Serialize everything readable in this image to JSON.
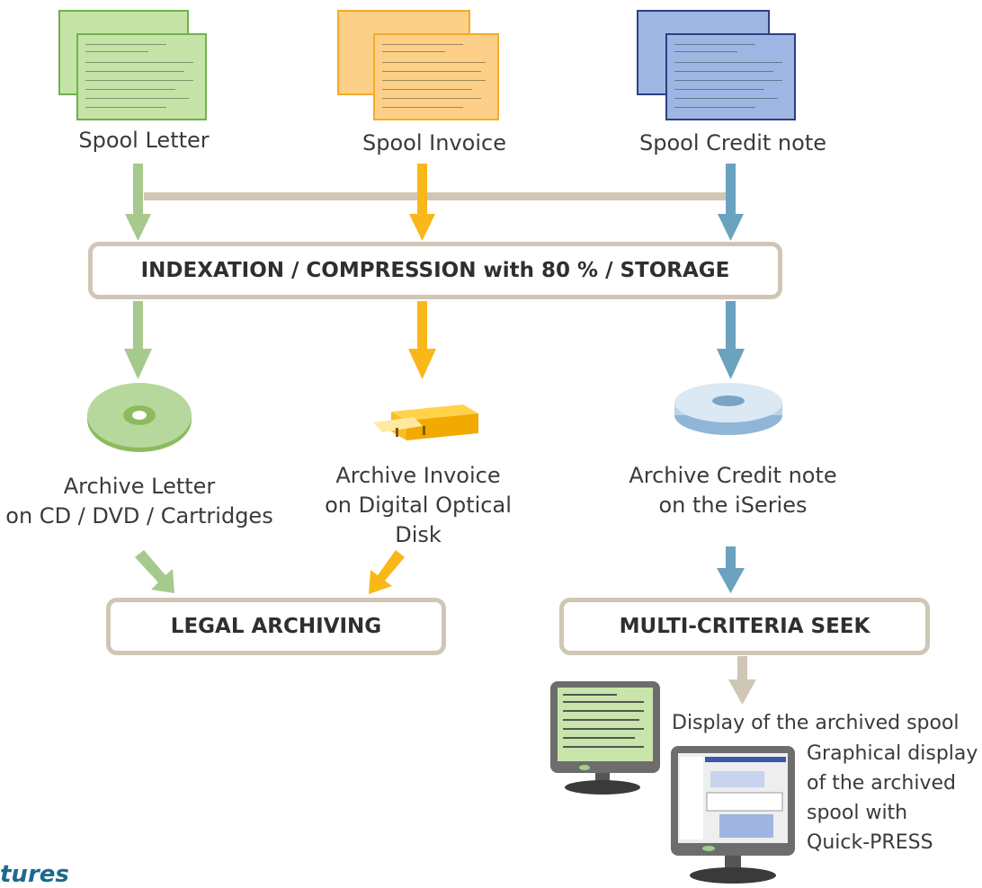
{
  "colors": {
    "green": "#a6c98d",
    "orange": "#f9b818",
    "blue": "#6aa2bf",
    "beige": "#cfc6b6",
    "doc_green": "#c5e3a7",
    "doc_orange": "#fdd089",
    "doc_blue": "#9db7e2"
  },
  "spools": {
    "letter": "Spool Letter",
    "invoice": "Spool Invoice",
    "credit": "Spool Credit note"
  },
  "process_box": "INDEXATION / COMPRESSION with 80 % / STORAGE",
  "archives": {
    "letter_line1": "Archive Letter",
    "letter_line2": "on CD / DVD / Cartridges",
    "invoice_line1": "Archive Invoice",
    "invoice_line2": "on Digital Optical",
    "invoice_line3": "Disk",
    "credit_line1": "Archive Credit note",
    "credit_line2": "on the iSeries"
  },
  "legal_box": "LEGAL ARCHIVING",
  "seek_box": "MULTI-CRITERIA SEEK",
  "display_spool": "Display of the archived spool",
  "graphical": {
    "line1": "Graphical display",
    "line2": "of  the archived",
    "line3": "spool with",
    "line4": "Quick-PRESS"
  },
  "brand_fragment": "tures",
  "icons": [
    "cd-disc-icon",
    "optical-disk-drive-icon",
    "iseries-disk-icon",
    "monitor-icon"
  ]
}
